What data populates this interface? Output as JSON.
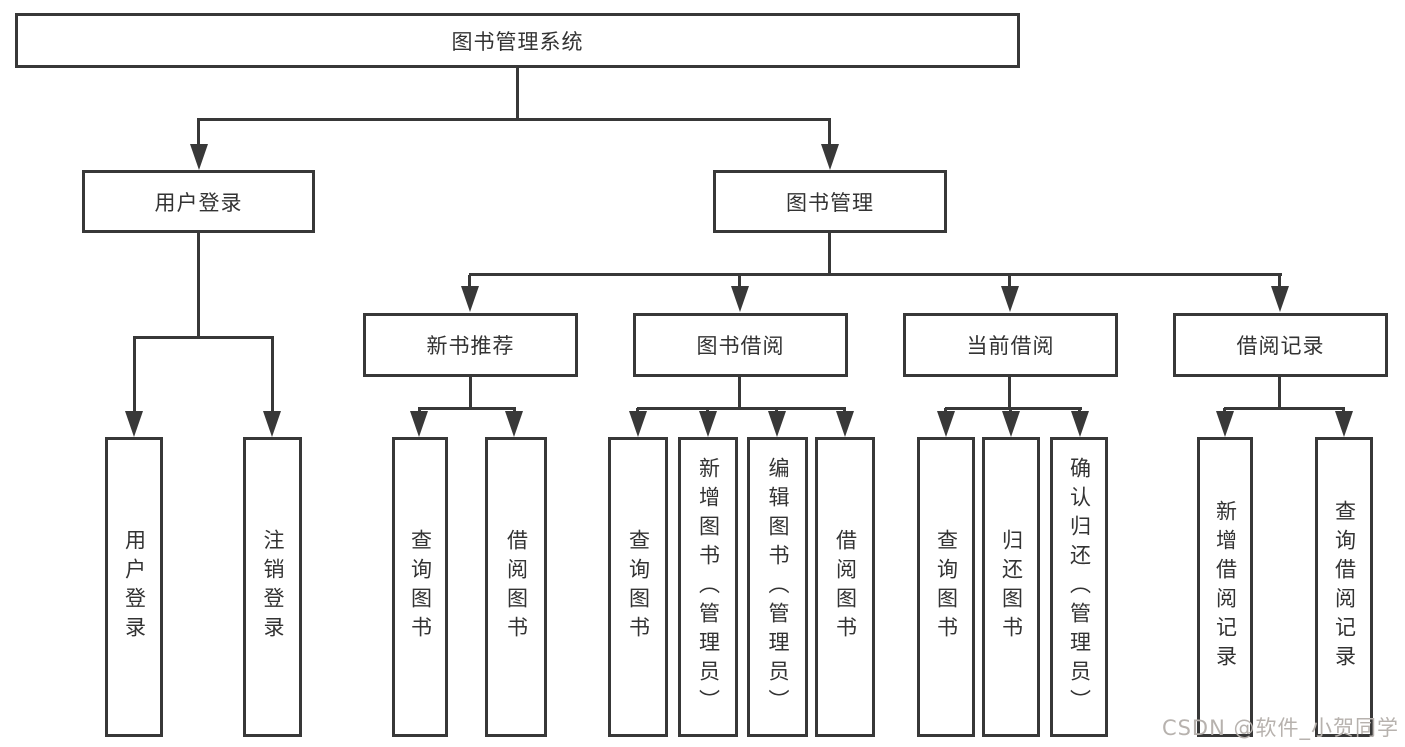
{
  "colors": {
    "line": "#383838",
    "text": "#333333",
    "watermark": "#b7b2ae",
    "background": "#ffffff"
  },
  "watermark": {
    "text": "CSDN @软件_小贺同学"
  },
  "tree": {
    "label": "图书管理系统",
    "children": [
      {
        "label": "用户登录",
        "children": [
          {
            "label": "用户登录"
          },
          {
            "label": "注销登录"
          }
        ]
      },
      {
        "label": "图书管理",
        "children": [
          {
            "label": "新书推荐",
            "children": [
              {
                "label": "查询图书"
              },
              {
                "label": "借阅图书"
              }
            ]
          },
          {
            "label": "图书借阅",
            "children": [
              {
                "label": "查询图书"
              },
              {
                "label": "新增图书（管理员）"
              },
              {
                "label": "编辑图书（管理员）"
              },
              {
                "label": "借阅图书"
              }
            ]
          },
          {
            "label": "当前借阅",
            "children": [
              {
                "label": "查询图书"
              },
              {
                "label": "归还图书"
              },
              {
                "label": "确认归还（管理员）"
              }
            ]
          },
          {
            "label": "借阅记录",
            "children": [
              {
                "label": "新增借阅记录"
              },
              {
                "label": "查询借阅记录"
              }
            ]
          }
        ]
      }
    ]
  }
}
